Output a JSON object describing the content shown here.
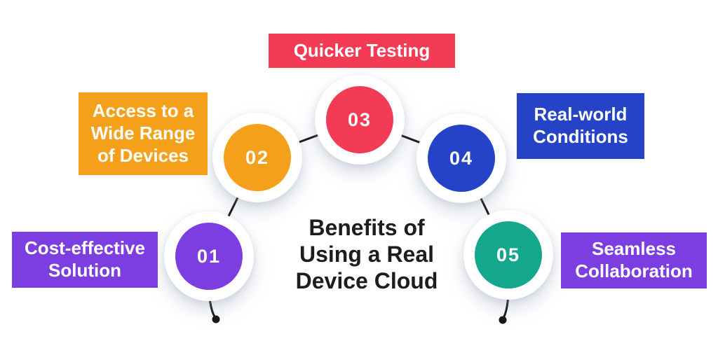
{
  "title": {
    "text": "Benefits of Using a Real Device Cloud",
    "lines": [
      "Benefits of",
      "Using a Real",
      "Device Cloud"
    ]
  },
  "colors": {
    "purple": "#7C3EE0",
    "orange": "#F5A01B",
    "red": "#F33B55",
    "blue": "#2543C7",
    "teal": "#15A78C",
    "line": "#151515",
    "title_text": "#1D1D1D",
    "label_text": "#FFFFFF",
    "background": "#FFFFFF"
  },
  "steps": [
    {
      "number": "01",
      "benefit": "Cost-effective Solution",
      "circle_color": "#7C3EE0",
      "label_color": "#7C3EE0",
      "label_lines": [
        "Cost-effective",
        "Solution"
      ]
    },
    {
      "number": "02",
      "benefit": "Access to a Wide Range of Devices",
      "circle_color": "#F5A01B",
      "label_color": "#F5A01B",
      "label_lines": [
        "Access to a",
        "Wide Range",
        "of Devices"
      ]
    },
    {
      "number": "03",
      "benefit": "Quicker Testing",
      "circle_color": "#F33B55",
      "label_color": "#F33B55",
      "label_lines": [
        "Quicker Testing"
      ]
    },
    {
      "number": "04",
      "benefit": "Real-world Conditions",
      "circle_color": "#2543C7",
      "label_color": "#2543C7",
      "label_lines": [
        "Real-world",
        "Conditions"
      ]
    },
    {
      "number": "05",
      "benefit": "Seamless Collaboration",
      "circle_color": "#15A78C",
      "label_color": "#7C3EE0",
      "label_lines": [
        "Seamless",
        "Collaboration"
      ]
    }
  ]
}
